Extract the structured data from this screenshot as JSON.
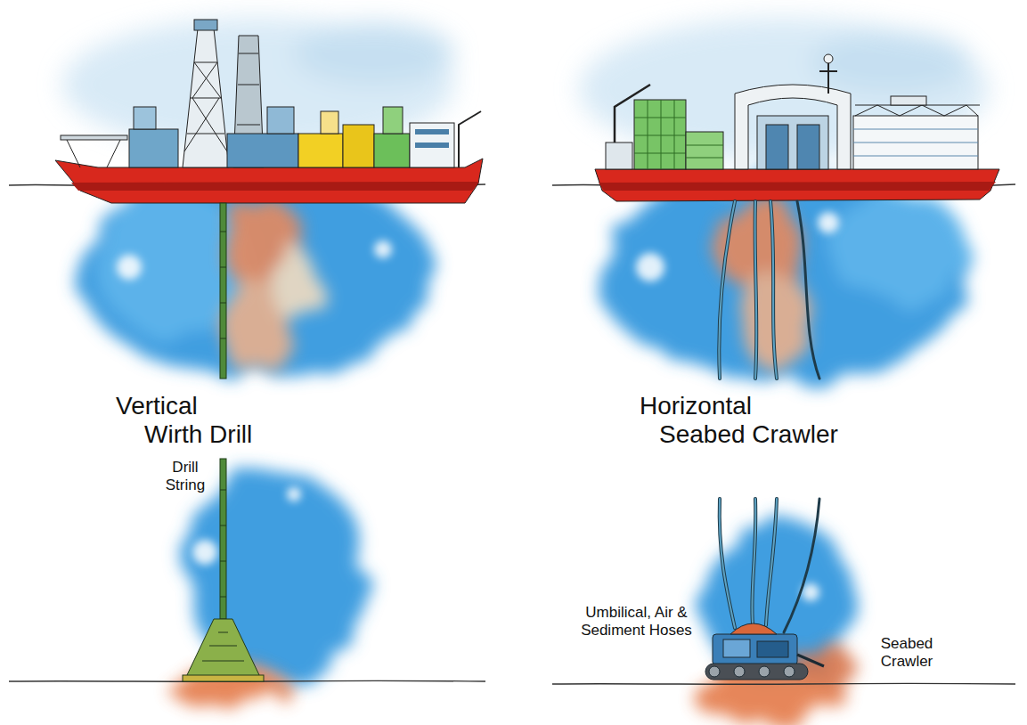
{
  "diagram": {
    "labels": [
      "Vertical Wirth Drill",
      "Horizontal Seabed Crawler",
      "Drill String",
      "Umbilical, Air & Sediment Hoses",
      "Seabed Crawler"
    ]
  }
}
